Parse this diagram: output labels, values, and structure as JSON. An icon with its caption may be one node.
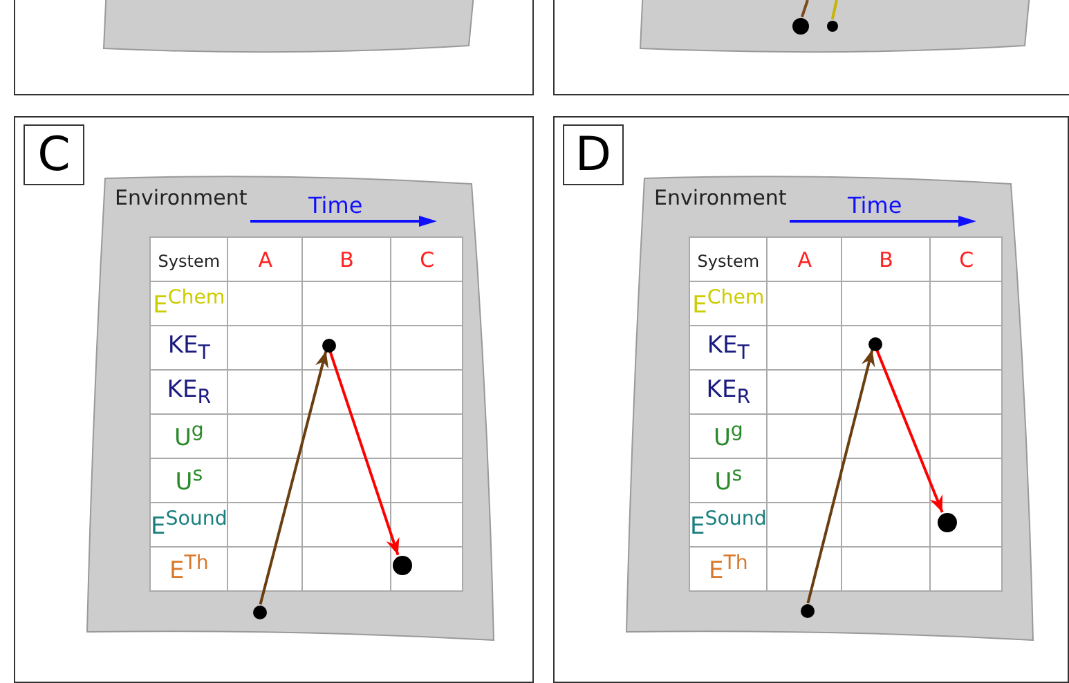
{
  "diagram": {
    "nodes": [
      {
        "text": [],
        "shape": "box"
      },
      {
        "text": [],
        "shape": "box",
        "in": 0
      },
      {
        "text": [],
        "shape": "box"
      },
      {
        "text": [],
        "shape": "box",
        "in": 2
      },
      {
        "text": [],
        "shape": "circle",
        "in": 3
      },
      {
        "text": [],
        "shape": "circle",
        "in": 3
      },
      {
        "text": [],
        "shape": "box"
      },
      {
        "text": [
          "C"
        ],
        "in": 6
      },
      {
        "text": [
          "Environment"
        ],
        "in": 6
      },
      {
        "text": [],
        "shape": "circle",
        "in": 8
      },
      {
        "text": [],
        "shape": "circle",
        "in": 8
      },
      {
        "text": [],
        "shape": "circle",
        "in": 8
      },
      {
        "text": [],
        "shape": "box"
      },
      {
        "text": [
          "D"
        ],
        "in": 12
      },
      {
        "text": [
          "Environment"
        ],
        "in": 12
      },
      {
        "text": [],
        "shape": "circle",
        "in": 14
      },
      {
        "text": [],
        "shape": "circle",
        "in": 14
      },
      {
        "text": [],
        "shape": "circle",
        "in": 14
      }
    ],
    "edges": [
      {
        "from": null,
        "to": 4,
        "arrow": "none",
        "color": "#7a4a1a"
      },
      {
        "from": null,
        "to": 5,
        "arrow": "none",
        "color": "#c8b400"
      },
      {
        "from": 9,
        "to": 10,
        "arrow": "to",
        "color": "#6b3e10"
      },
      {
        "from": 10,
        "to": 11,
        "arrow": "to",
        "color": "#ff0000"
      },
      {
        "from": 15,
        "to": 16,
        "arrow": "to",
        "color": "#6b3e10"
      },
      {
        "from": 16,
        "to": 17,
        "arrow": "to",
        "color": "#ff0000"
      }
    ],
    "labels": [
      "Time",
      "System",
      "A",
      "B",
      "C",
      "E$^{Chem}$",
      "KE$_{T}$",
      "KE$_{R}$",
      "U$^{g}$",
      "U$^{s}$",
      "E$^{Sound}$",
      "E$^{Th}$",
      "Time",
      "System",
      "A",
      "B",
      "C",
      "E$^{Chem}$",
      "KE$_{T}$",
      "KE$_{R}$",
      "U$^{g}$",
      "U$^{s}$",
      "E$^{Sound}$",
      "E$^{Th}$"
    ]
  }
}
